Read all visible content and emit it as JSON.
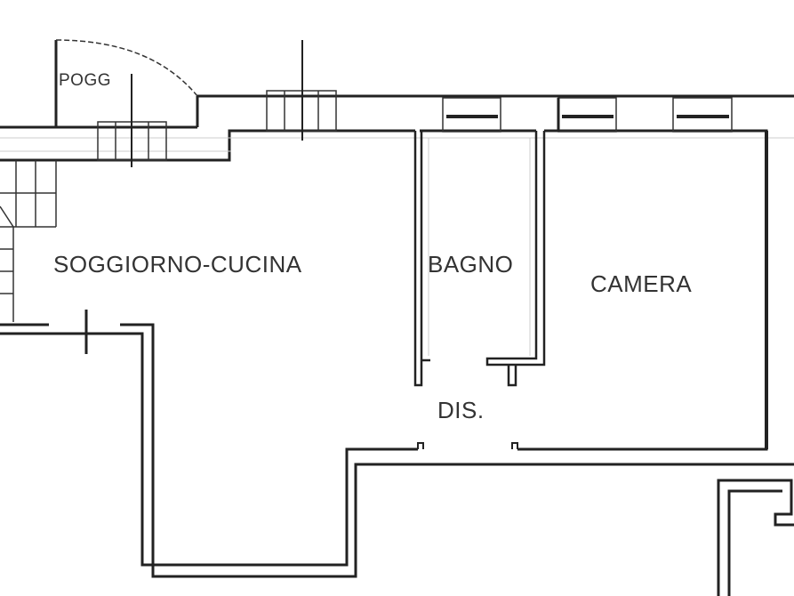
{
  "plan": {
    "rooms": [
      {
        "id": "poggiolo",
        "label": "POGG"
      },
      {
        "id": "soggiorno",
        "label": "SOGGIORNO-CUCINA"
      },
      {
        "id": "bagno",
        "label": "BAGNO"
      },
      {
        "id": "camera",
        "label": "CAMERA"
      },
      {
        "id": "disimpegno",
        "label": "DIS."
      }
    ],
    "line_color": "#222222",
    "background": "#ffffff"
  }
}
